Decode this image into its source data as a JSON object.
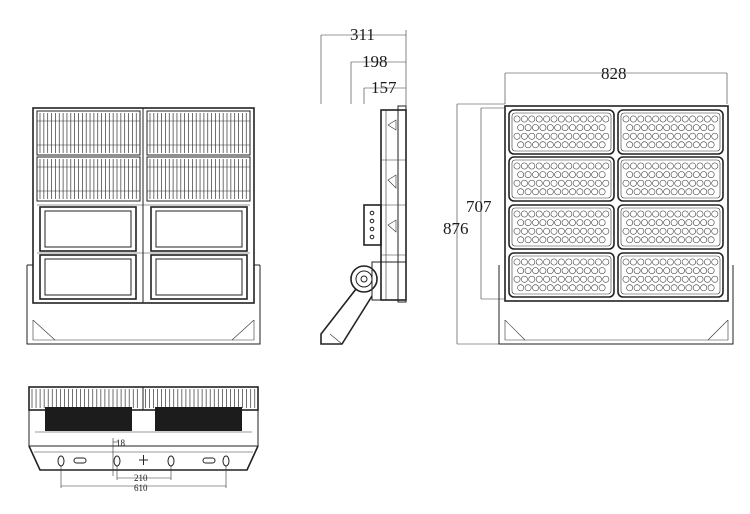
{
  "drawing": {
    "views": [
      "back-view",
      "side-view",
      "front-view",
      "bottom-view"
    ],
    "dimensions": {
      "side_total_depth": "311",
      "side_mid_depth": "198",
      "side_body_depth": "157",
      "front_width": "828",
      "front_panel_height": "707",
      "front_total_height": "876",
      "bottom_small_offset": "18",
      "bottom_hole_spacing_inner": "210",
      "bottom_hole_spacing_outer": "610"
    },
    "colors": {
      "line": "#222222",
      "fill_dark": "#1c1c1c",
      "background": "#ffffff"
    }
  }
}
